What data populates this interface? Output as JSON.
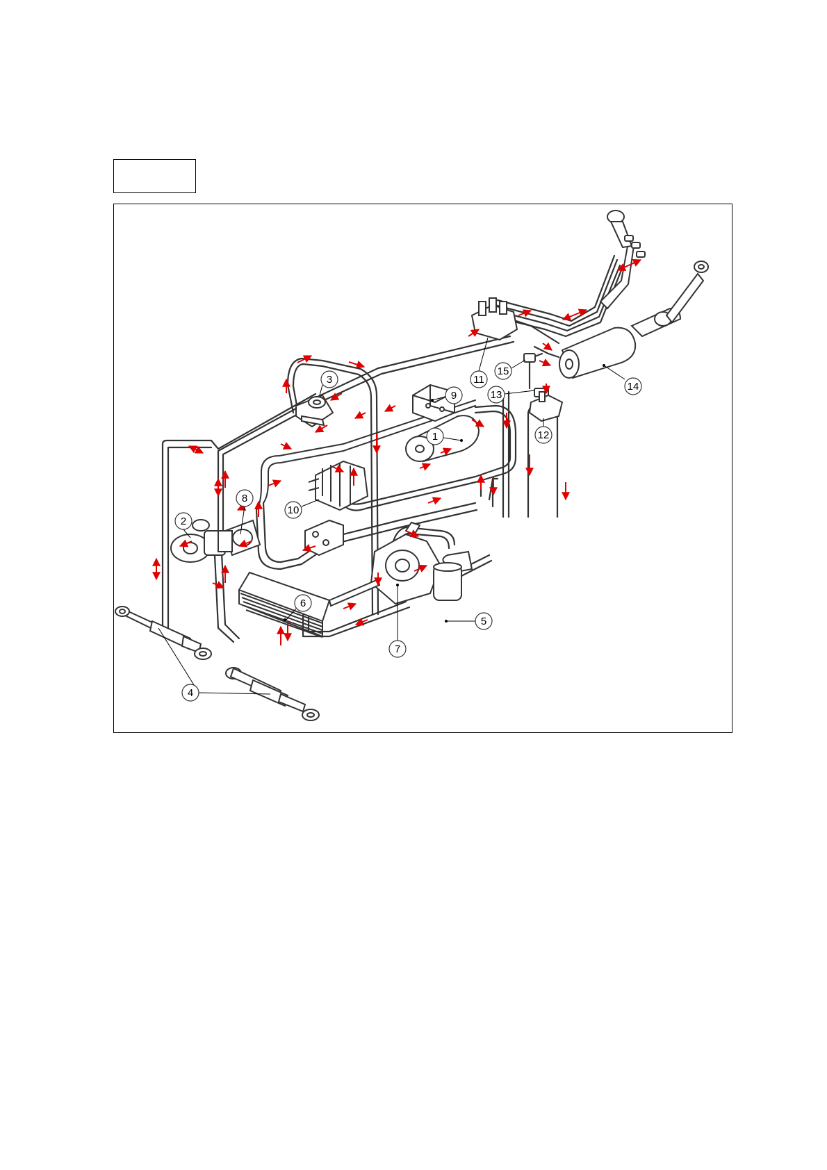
{
  "header": {
    "figure_label": ""
  },
  "diagram": {
    "callouts": [
      "1",
      "2",
      "3",
      "4",
      "5",
      "6",
      "7",
      "8",
      "9",
      "10",
      "11",
      "12",
      "13",
      "14",
      "15"
    ],
    "colors": {
      "line": "#333333",
      "flow_arrow": "#e00000",
      "background": "#ffffff"
    }
  }
}
